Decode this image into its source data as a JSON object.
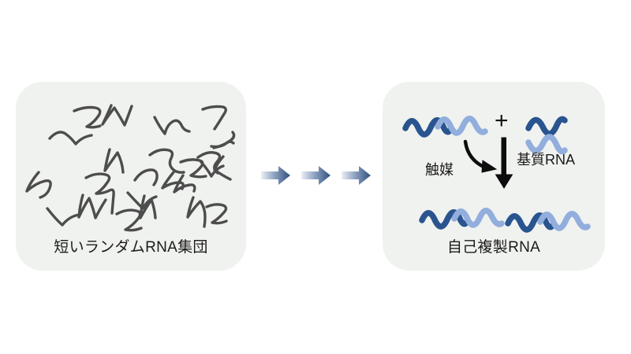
{
  "figure": {
    "title_text_present": false,
    "background_color": "#ffffff",
    "panel_background_color": "#f0f2ef"
  },
  "colors": {
    "panel_bg": "#f0f2ef",
    "squiggle_gray": "#4d4d4d",
    "rna_dark_blue": "#29548f",
    "rna_light_blue": "#92aedd",
    "arrow_gradient_light": "#e8ecf4",
    "arrow_gradient_dark": "#2f4f7d",
    "black_arrow": "#0d0d0d",
    "text": "#1a1a1a"
  },
  "left_panel": {
    "caption": "短いランダムRNA集団",
    "content_description": "scattered-short-random-rna-squiggles",
    "squiggle_count": 22
  },
  "transition": {
    "arrows": [
      {
        "label": "arrow-1"
      },
      {
        "label": "arrow-2"
      },
      {
        "label": "arrow-3"
      }
    ],
    "arrow_count": 3,
    "direction": "left-to-right"
  },
  "right_panel": {
    "caption": "自己複製RNA",
    "plus_symbol": "+",
    "catalyst_label": "触媒",
    "substrate_label": "基質RNA",
    "top_duplex": {
      "name": "self-replicating-rna-duplex",
      "strand_a_color": "#29548f",
      "strand_b_color": "#92aedd"
    },
    "substrate_strands": [
      {
        "name": "substrate-strand-dark",
        "color": "#29548f"
      },
      {
        "name": "substrate-strand-light",
        "color": "#92aedd"
      }
    ],
    "product_duplexes": [
      {
        "name": "product-duplex-1"
      },
      {
        "name": "product-duplex-2"
      }
    ],
    "reaction_arrow": "downward-black-arrow",
    "catalyst_arrow": "curved-black-arrow"
  },
  "chart_data": {
    "type": "diagram",
    "title": "RNAの自己複製の模式図",
    "stages": [
      {
        "id": "stage-1",
        "label": "短いランダムRNA集団",
        "items": 22,
        "item_type": "short-random-rna-squiggle"
      },
      {
        "id": "stage-2",
        "label": "自己複製RNA",
        "inputs": [
          "自己複製RNA (触媒)",
          "基質RNA"
        ],
        "outputs": [
          "自己複製RNA",
          "自己複製RNA"
        ],
        "annotations": [
          "触媒",
          "基質RNA",
          "+"
        ]
      }
    ],
    "flow": "stage-1 → stage-2"
  }
}
